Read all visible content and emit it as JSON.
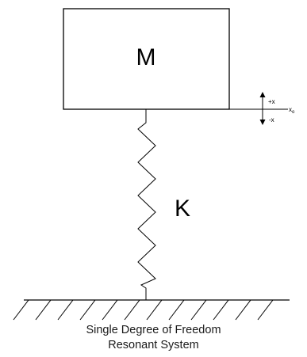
{
  "diagram": {
    "mass_label": "M",
    "spring_label": "K",
    "plus_x_label": "+x",
    "minus_x_label": "-x",
    "reference_label": "x",
    "reference_subscript": "o",
    "caption_line1": "Single Degree of Freedom",
    "caption_line2": "Resonant System"
  },
  "colors": {
    "line": "#000000",
    "background": "#ffffff"
  }
}
